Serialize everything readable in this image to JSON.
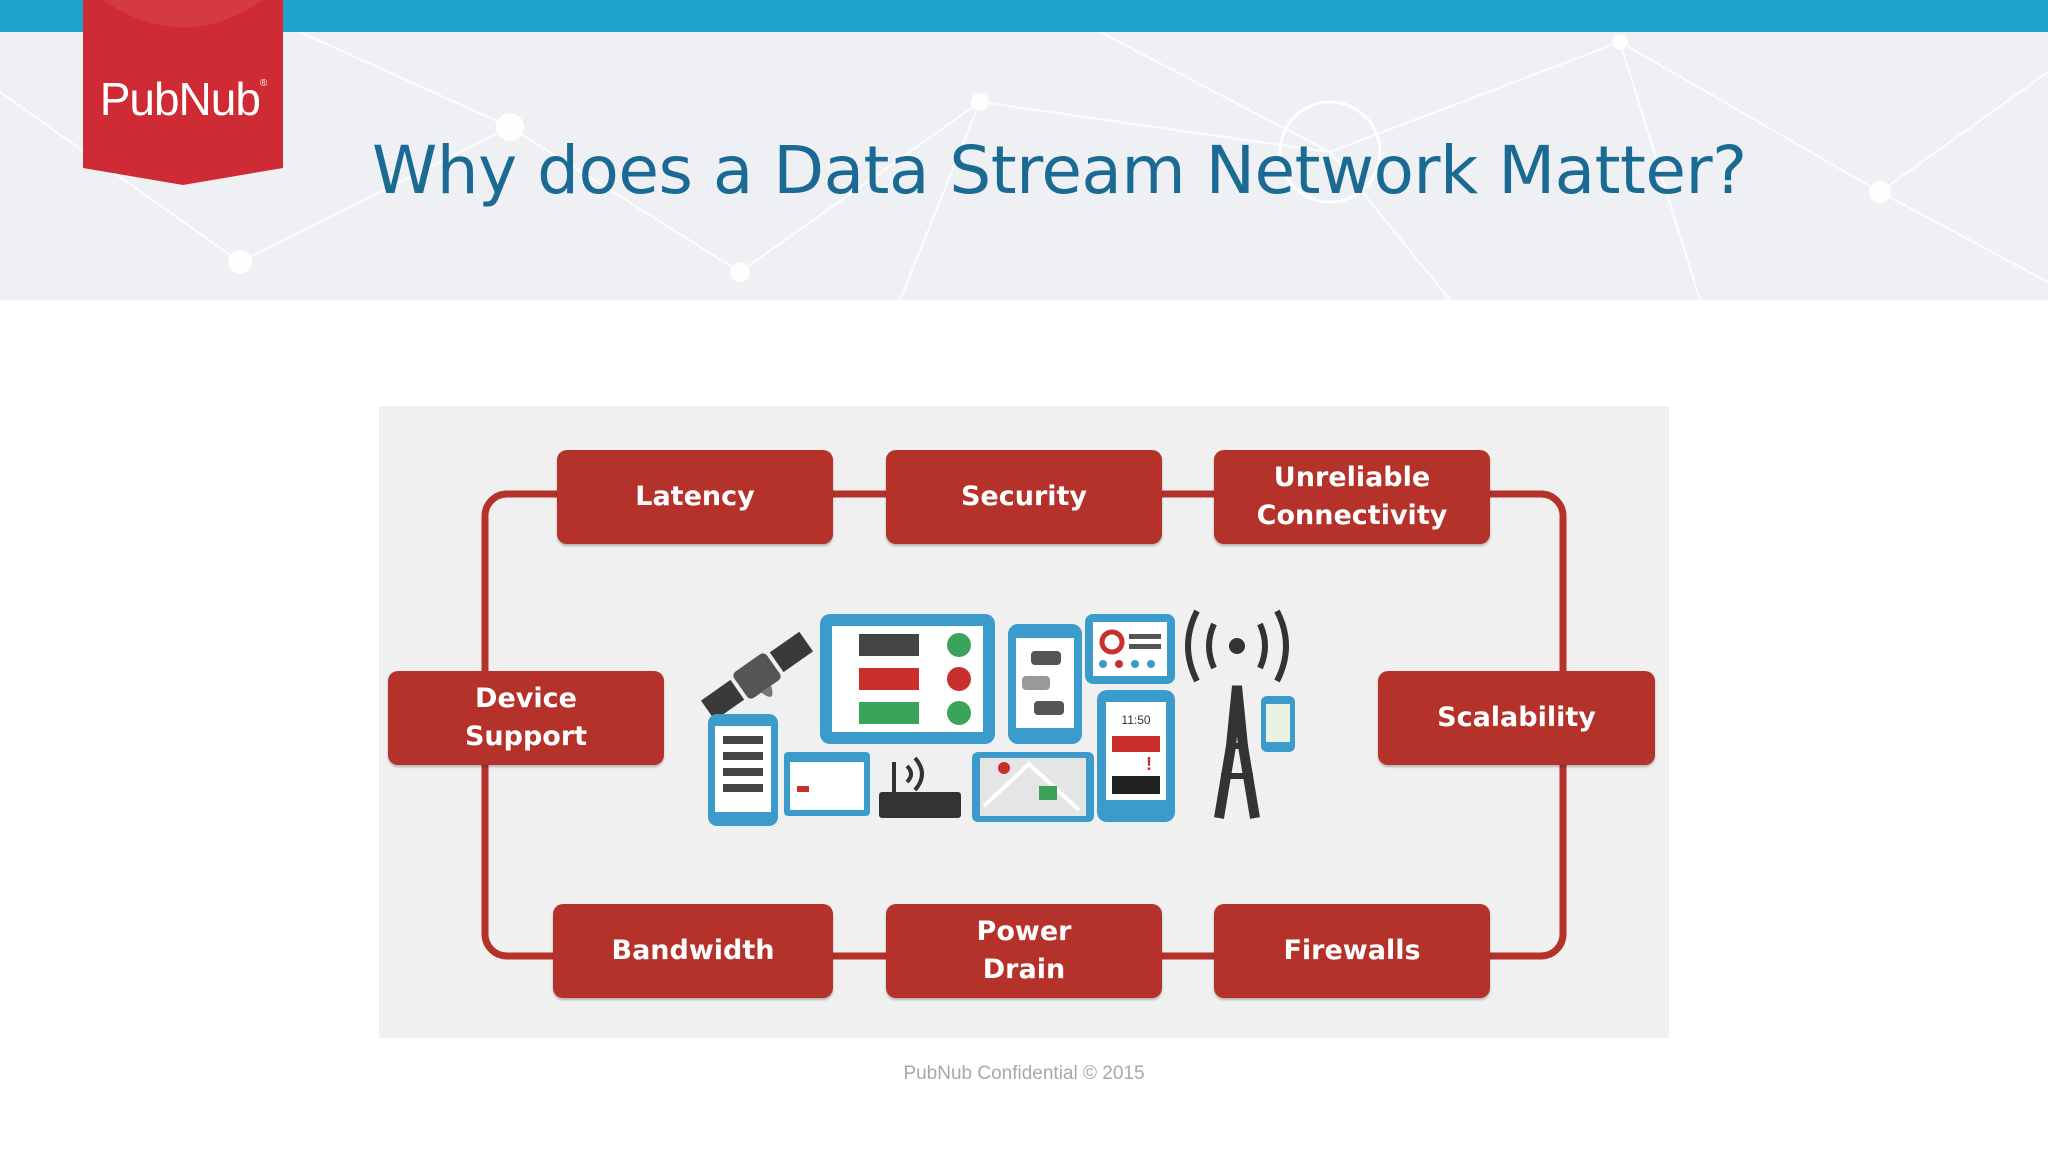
{
  "header": {
    "logo_text": "PubNub",
    "logo_mark": "®",
    "title": "Why does a Data Stream Network Matter?"
  },
  "diagram": {
    "boxes": [
      {
        "label": "Latency"
      },
      {
        "label": "Security"
      },
      {
        "label": "Unreliable\nConnectivity"
      },
      {
        "label": "Device\nSupport"
      },
      {
        "label": "Scalability"
      },
      {
        "label": "Bandwidth"
      },
      {
        "label": "Power\nDrain"
      },
      {
        "label": "Firewalls"
      }
    ],
    "illustration_text": {
      "clock": "11:50",
      "alert": "!"
    },
    "icons": [
      "satellite-icon",
      "tablet-dashboard-icon",
      "phone-chat-icon",
      "monitor-chart-icon",
      "radio-tower-icon",
      "phone-list-icon",
      "browser-window-icon",
      "wifi-router-icon",
      "map-icon",
      "phone-clock-icon",
      "phone-map-icon"
    ]
  },
  "colors": {
    "brand_red": "#cf2b34",
    "box_red": "#b5322a",
    "accent_blue": "#1fa5cc",
    "title_blue": "#1b6a93",
    "device_blue": "#3b9ccb"
  },
  "footer": {
    "text": "PubNub Confidential © 2015"
  }
}
